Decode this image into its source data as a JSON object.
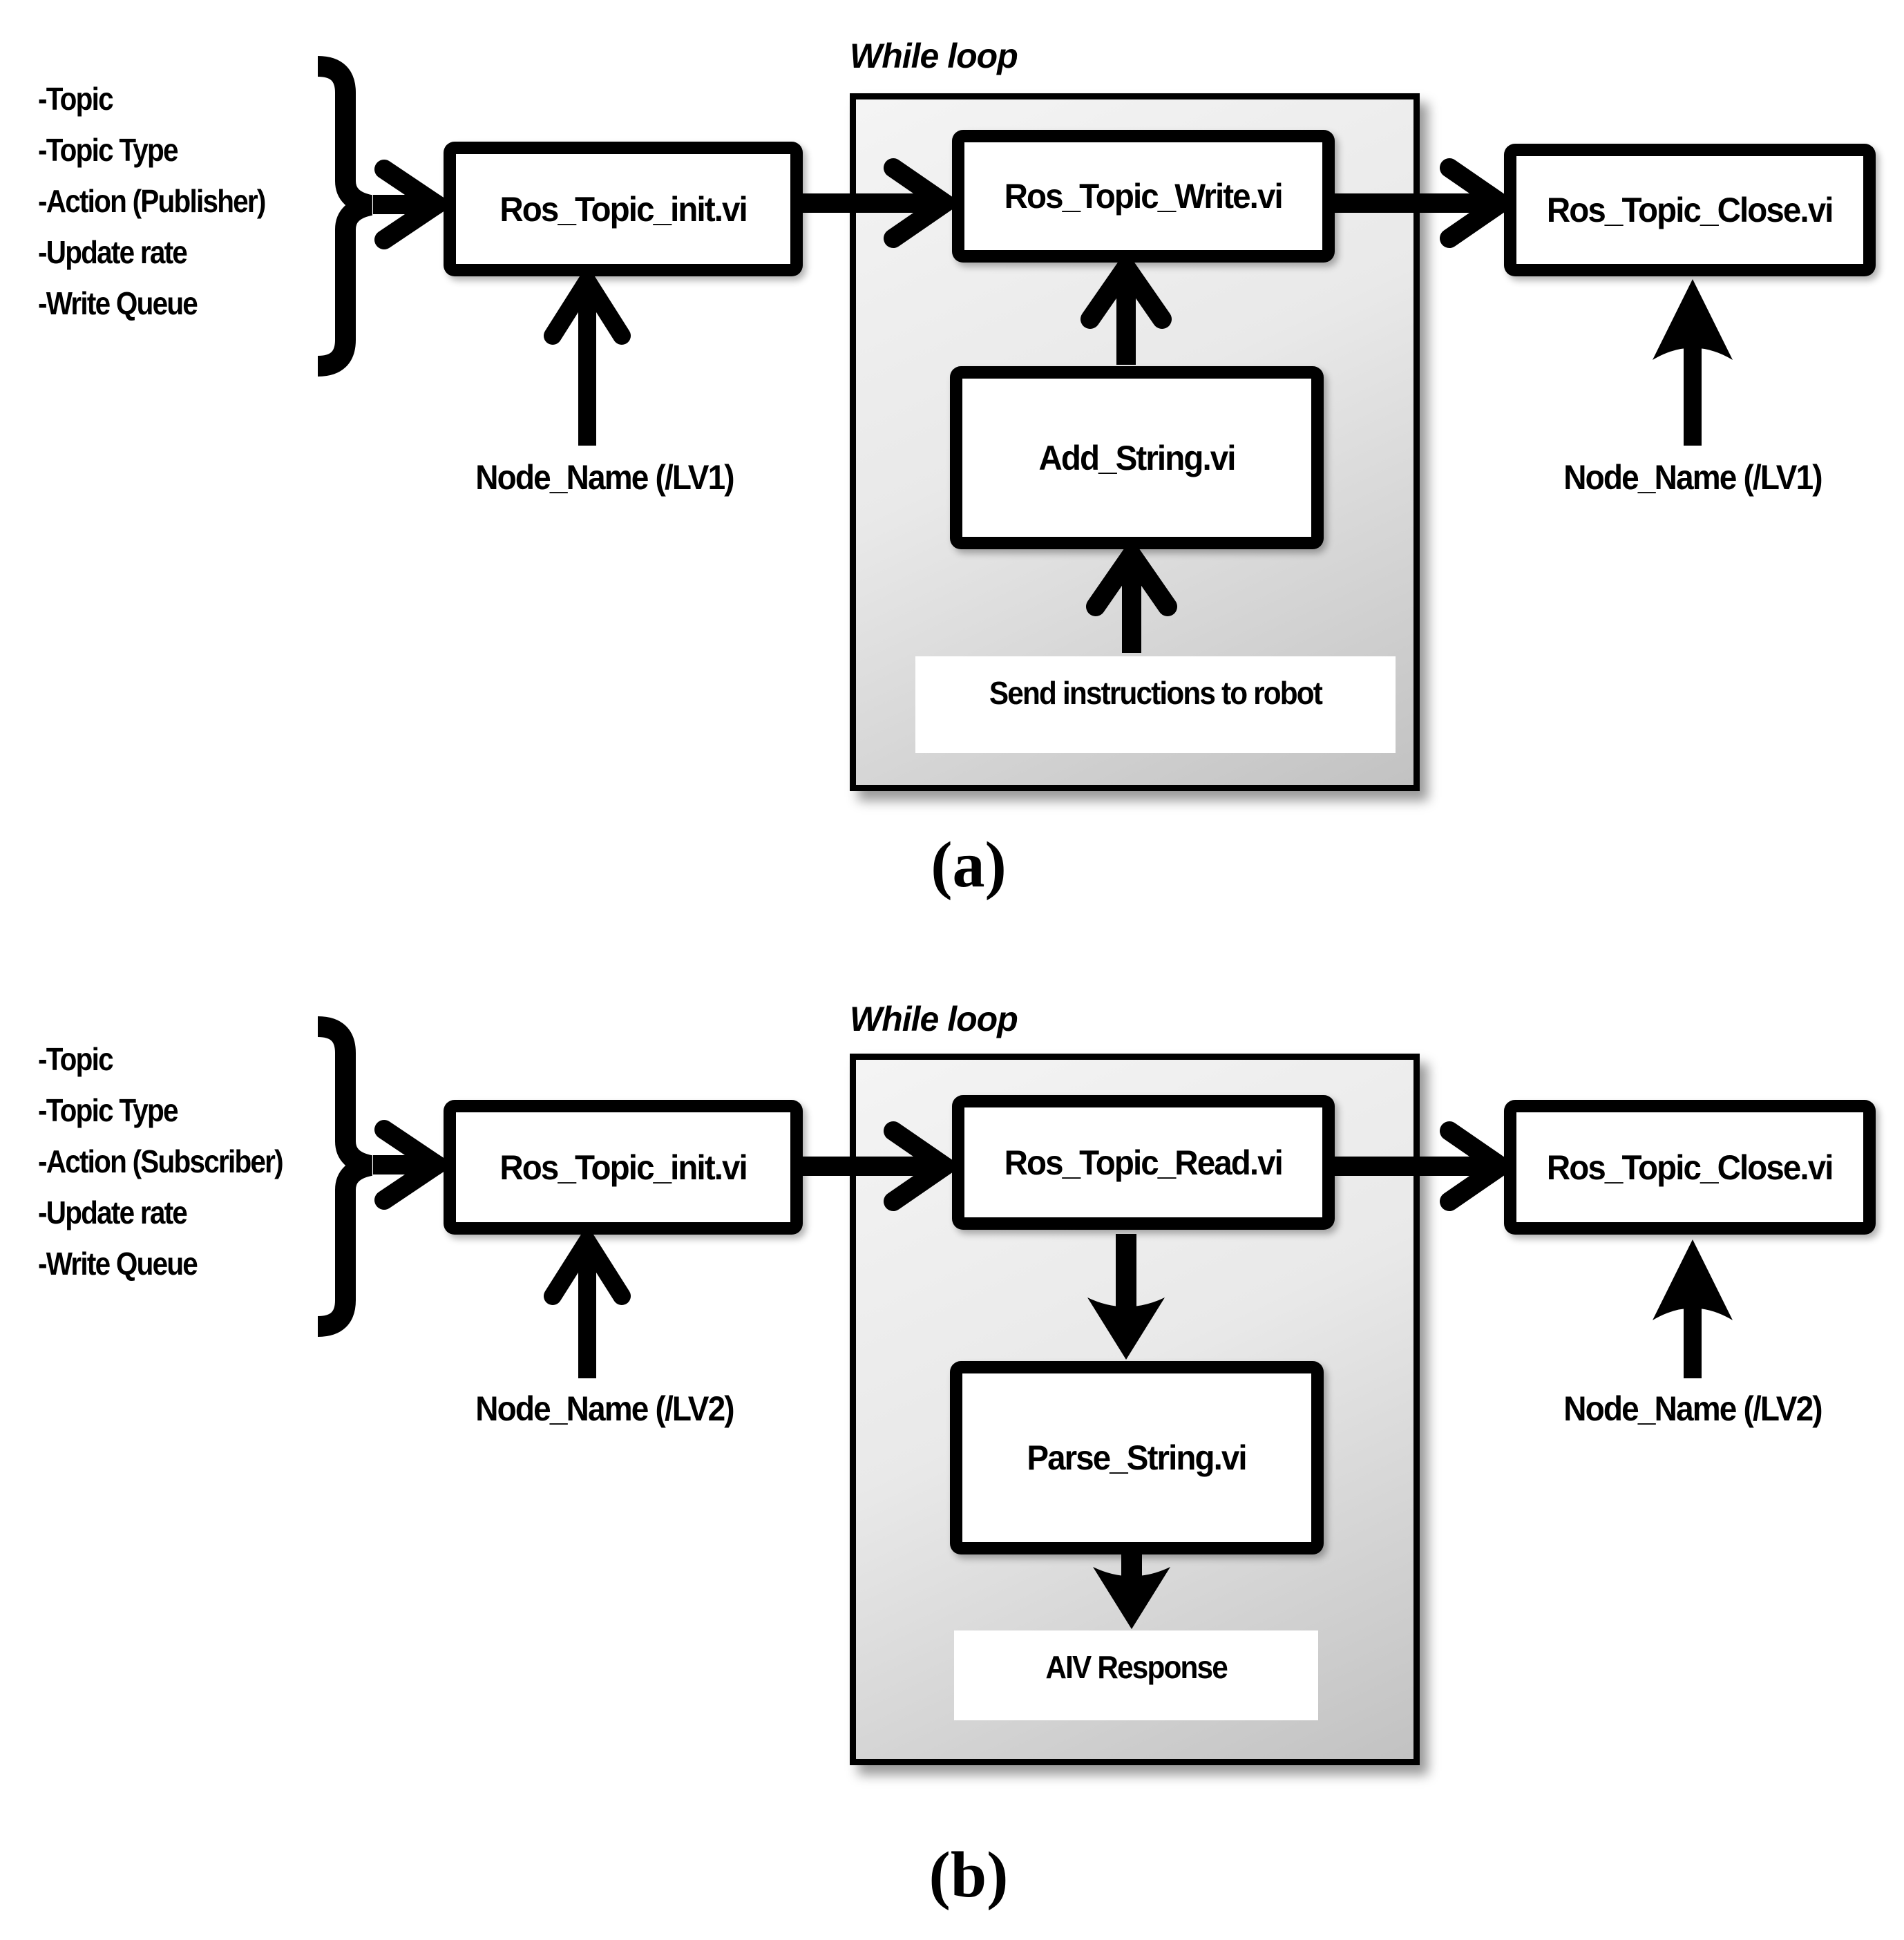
{
  "figure": {
    "panels": [
      {
        "caption": "(a)",
        "while_loop_label": "While loop",
        "inputs": [
          "-Topic",
          "-Topic Type",
          "-Action (Publisher)",
          "-Update rate",
          "-Write Queue"
        ],
        "boxes": {
          "init": "Ros_Topic_init.vi",
          "loop_main": "Ros_Topic_Write.vi",
          "loop_helper": "Add_String.vi",
          "loop_io": "Send instructions to robot",
          "close": "Ros_Topic_Close.vi"
        },
        "node_name_init": "Node_Name (/LV1)",
        "node_name_close": "Node_Name (/LV1)"
      },
      {
        "caption": "(b)",
        "while_loop_label": "While loop",
        "inputs": [
          "-Topic",
          "-Topic Type",
          "-Action (Subscriber)",
          "-Update rate",
          "-Write Queue"
        ],
        "boxes": {
          "init": "Ros_Topic_init.vi",
          "loop_main": "Ros_Topic_Read.vi",
          "loop_helper": "Parse_String.vi",
          "loop_io": "AIV Response",
          "close": "Ros_Topic_Close.vi"
        },
        "node_name_init": "Node_Name (/LV2)",
        "node_name_close": "Node_Name (/LV2)"
      }
    ]
  },
  "colors": {
    "ink": "#000000",
    "box_fill": "#ffffff",
    "loop_fill_light": "#f4f4f4",
    "loop_fill_dark": "#c2c2c2",
    "background": "#ffffff"
  }
}
